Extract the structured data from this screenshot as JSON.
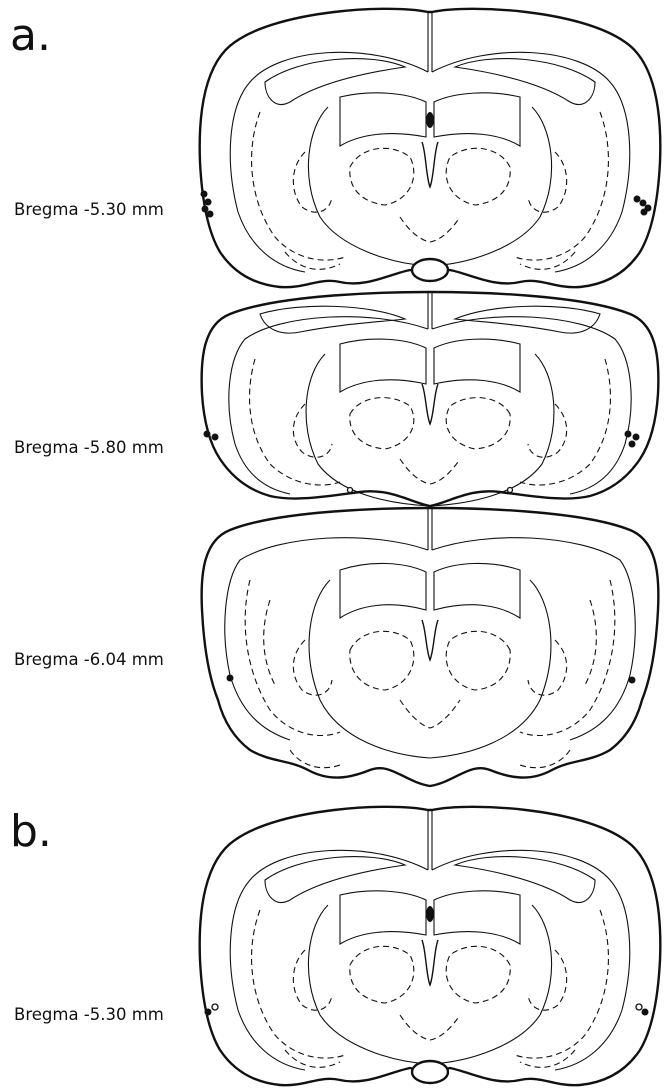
{
  "panels": [
    {
      "letter": "a.",
      "sections": [
        {
          "bregma": "Bregma -5.30 mm"
        },
        {
          "bregma": "Bregma -5.80 mm"
        },
        {
          "bregma": "Bregma -6.04 mm"
        }
      ]
    },
    {
      "letter": "b.",
      "sections": [
        {
          "bregma": "Bregma -5.30 mm"
        }
      ]
    }
  ]
}
